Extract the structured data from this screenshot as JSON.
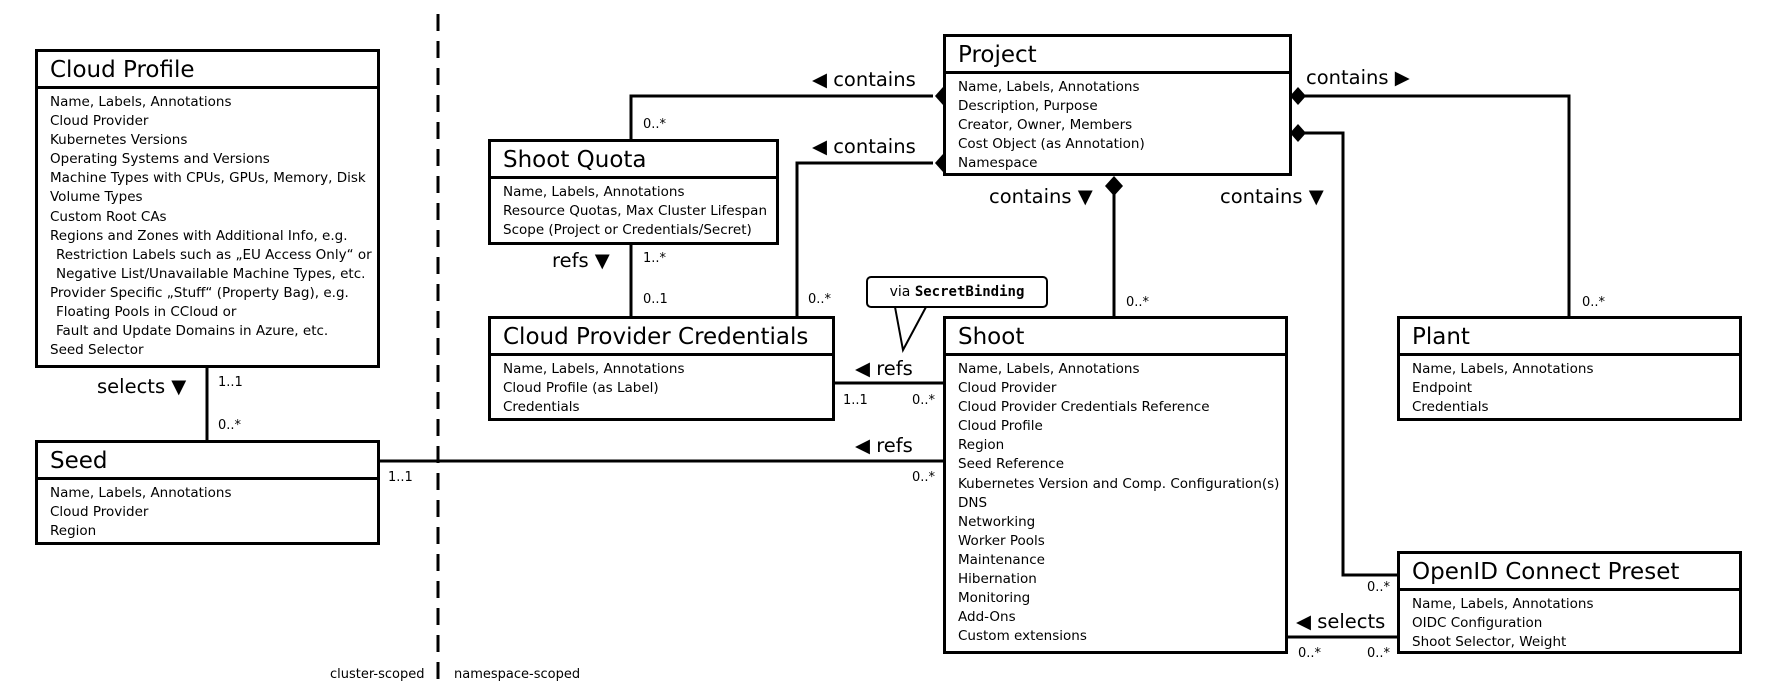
{
  "entities": {
    "cloud_profile": {
      "title": "Cloud Profile",
      "attributes": [
        "Name, Labels, Annotations",
        "Cloud Provider",
        "Kubernetes Versions",
        "Operating Systems and Versions",
        "Machine Types with CPUs, GPUs, Memory, Disk",
        "Volume Types",
        "Custom Root CAs",
        "Regions and Zones with Additional Info, e.g.",
        "Restriction Labels such as „EU Access Only“ or",
        "Negative List/Unavailable Machine Types, etc.",
        "Provider Specific „Stuff“ (Property Bag), e.g.",
        "Floating Pools in CCloud or",
        "Fault and Update Domains in Azure, etc.",
        "Seed Selector"
      ]
    },
    "seed": {
      "title": "Seed",
      "attributes": [
        "Name, Labels, Annotations",
        "Cloud Provider",
        "Region"
      ]
    },
    "shoot_quota": {
      "title": "Shoot Quota",
      "attributes": [
        "Name, Labels, Annotations",
        "Resource Quotas, Max Cluster Lifespan",
        "Scope (Project or Credentials/Secret)"
      ]
    },
    "cloud_provider_credentials": {
      "title": "Cloud Provider Credentials",
      "attributes": [
        "Name, Labels, Annotations",
        "Cloud Profile (as Label)",
        "Credentials"
      ]
    },
    "project": {
      "title": "Project",
      "attributes": [
        "Name, Labels, Annotations",
        "Description, Purpose",
        "Creator, Owner, Members",
        "Cost Object (as Annotation)",
        "Namespace"
      ]
    },
    "shoot": {
      "title": "Shoot",
      "attributes": [
        "Name, Labels, Annotations",
        "Cloud Provider",
        "Cloud Provider Credentials Reference",
        "Cloud Profile",
        "Region",
        "Seed Reference",
        "Kubernetes Version and Comp. Configuration(s)",
        "DNS",
        "Networking",
        "Worker Pools",
        "Maintenance",
        "Hibernation",
        "Monitoring",
        "Add-Ons",
        "Custom extensions"
      ]
    },
    "plant": {
      "title": "Plant",
      "attributes": [
        "Name, Labels, Annotations",
        "Endpoint",
        "Credentials"
      ]
    },
    "oidc_preset": {
      "title": "OpenID Connect Preset",
      "attributes": [
        "Name, Labels, Annotations",
        "OIDC Configuration",
        "Shoot Selector, Weight"
      ]
    }
  },
  "relations": {
    "project_quota": "◀ contains",
    "project_credentials": "◀ contains",
    "project_plant": "contains ▶",
    "project_shoot": "contains ▼",
    "project_oidc": "contains ▼",
    "quota_credentials": "refs ▼",
    "cloudprofile_seed": "selects ▼",
    "shoot_credentials": "◀ refs",
    "shoot_seed": "◀ refs",
    "oidc_shoot": "◀ selects"
  },
  "multiplicities": {
    "quota_project": "0..*",
    "quota_top": "1..*",
    "quota_creds_bottom": "0..1",
    "creds_project": "0..*",
    "shoot_project": "0..*",
    "plant_project": "0..*",
    "cloudprofile_seed_top": "1..1",
    "cloudprofile_seed_bottom": "0..*",
    "creds_shoot_left": "1..1",
    "creds_shoot_right": "0..*",
    "seed_shoot_left": "1..1",
    "seed_shoot_right": "0..*",
    "oidc_project": "0..*",
    "oidc_shoot_left": "0..*",
    "oidc_shoot_right": "0..*"
  },
  "callout": {
    "prefix": "via",
    "code": "SecretBinding"
  },
  "scopes": {
    "left": "cluster-scoped",
    "right": "namespace-scoped"
  }
}
